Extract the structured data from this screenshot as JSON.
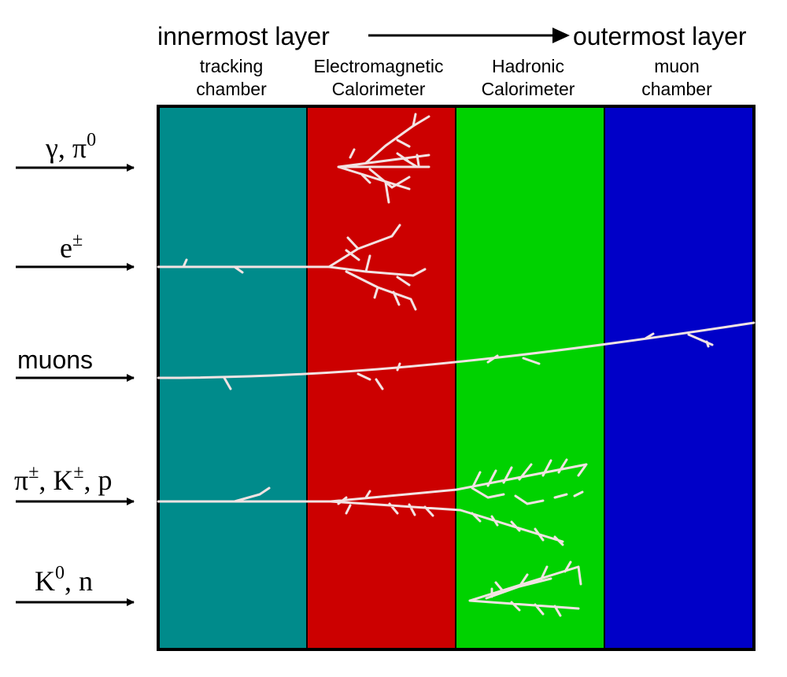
{
  "header": {
    "inner": "innermost layer",
    "outer": "outermost layer"
  },
  "layers": [
    {
      "line1": "tracking",
      "line2": "chamber",
      "color": "#008b8b"
    },
    {
      "line1": "Electromagnetic",
      "line2": "Calorimeter",
      "color": "#cc0000"
    },
    {
      "line1": "Hadronic",
      "line2": "Calorimeter",
      "color": "#00d200"
    },
    {
      "line1": "muon",
      "line2": "chamber",
      "color": "#0000c8"
    }
  ],
  "particles": [
    {
      "name": "photon-pi0",
      "base": "γ, π",
      "sup": "0",
      "tail": ""
    },
    {
      "name": "electron",
      "base": "e",
      "sup": "±",
      "tail": ""
    },
    {
      "name": "muons",
      "base": "muons",
      "sup": "",
      "tail": ""
    },
    {
      "name": "charged-hadrons",
      "p1": "π",
      "s1": "±",
      "p2": ", K",
      "s2": "±",
      "p3": ", p"
    },
    {
      "name": "neutral-hadrons",
      "base": "K",
      "sup": "0",
      "tail": ", n"
    }
  ],
  "colors": {
    "track": "#f3e3e3",
    "border": "#000000"
  }
}
